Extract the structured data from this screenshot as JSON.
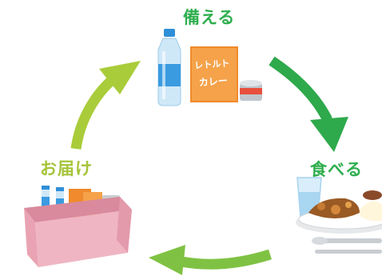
{
  "labels": {
    "top": "備える",
    "right": "食べる",
    "left": "お届け"
  },
  "package_text": {
    "line1": "レトルト",
    "line2": "カレー"
  },
  "colors": {
    "label_green": "#2fae4e",
    "label_lime": "#a6c43a",
    "arrow_dark_green": "#2ea94b",
    "arrow_light_green": "#7fc243",
    "arrow_lime": "#a9cc3a",
    "package_orange": "#f08a2c",
    "bottle_blue": "#3a9be0",
    "box_pink": "#e9a3b2"
  },
  "icons": [
    "water-bottle-icon",
    "retort-curry-package-icon",
    "canned-food-icon",
    "curry-plate-icon",
    "water-glass-icon",
    "cutlery-icon",
    "delivery-box-icon"
  ]
}
